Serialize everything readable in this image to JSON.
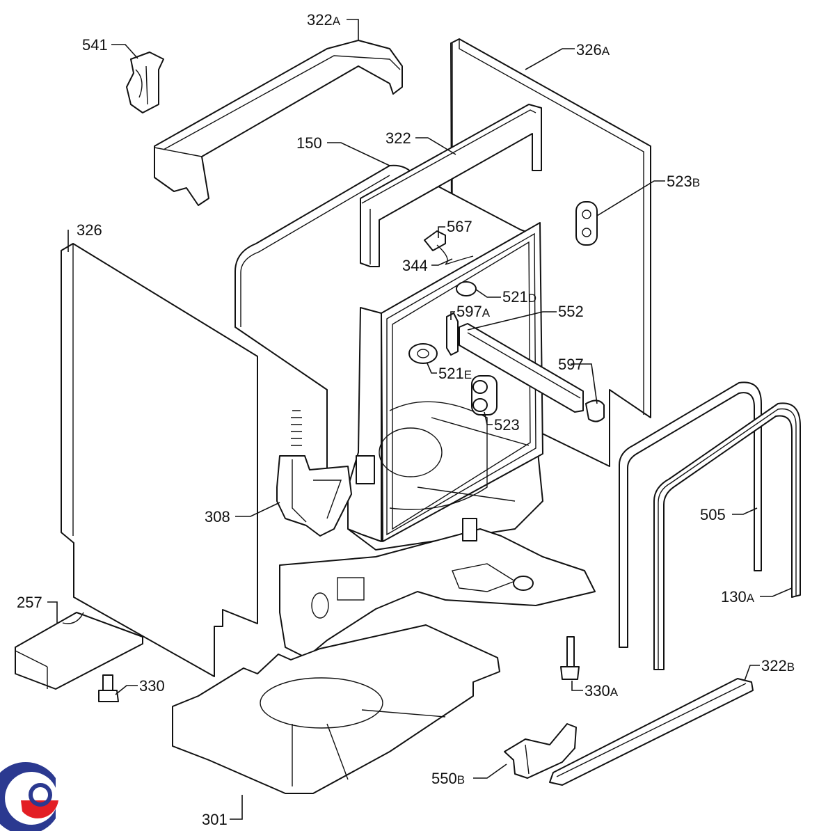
{
  "diagram": {
    "callouts": [
      {
        "id": "541",
        "num": "541",
        "suffix": ""
      },
      {
        "id": "322a",
        "num": "322",
        "suffix": "A"
      },
      {
        "id": "326a",
        "num": "326",
        "suffix": "A"
      },
      {
        "id": "150",
        "num": "150",
        "suffix": ""
      },
      {
        "id": "322",
        "num": "322",
        "suffix": ""
      },
      {
        "id": "523b",
        "num": "523",
        "suffix": "B"
      },
      {
        "id": "326",
        "num": "326",
        "suffix": ""
      },
      {
        "id": "567",
        "num": "567",
        "suffix": ""
      },
      {
        "id": "344",
        "num": "344",
        "suffix": ""
      },
      {
        "id": "521d",
        "num": "521",
        "suffix": "D"
      },
      {
        "id": "597a",
        "num": "597",
        "suffix": "A"
      },
      {
        "id": "552",
        "num": "552",
        "suffix": ""
      },
      {
        "id": "521e",
        "num": "521",
        "suffix": "E"
      },
      {
        "id": "597",
        "num": "597",
        "suffix": ""
      },
      {
        "id": "523",
        "num": "523",
        "suffix": ""
      },
      {
        "id": "308",
        "num": "308",
        "suffix": ""
      },
      {
        "id": "505",
        "num": "505",
        "suffix": ""
      },
      {
        "id": "130a",
        "num": "130",
        "suffix": "A"
      },
      {
        "id": "257",
        "num": "257",
        "suffix": ""
      },
      {
        "id": "330",
        "num": "330",
        "suffix": ""
      },
      {
        "id": "330a",
        "num": "330",
        "suffix": "A"
      },
      {
        "id": "322b",
        "num": "322",
        "suffix": "B"
      },
      {
        "id": "550b",
        "num": "550",
        "suffix": "B"
      },
      {
        "id": "301",
        "num": "301",
        "suffix": ""
      }
    ],
    "logo_colors": {
      "blue": "#2b3990",
      "red": "#e31e24"
    }
  }
}
